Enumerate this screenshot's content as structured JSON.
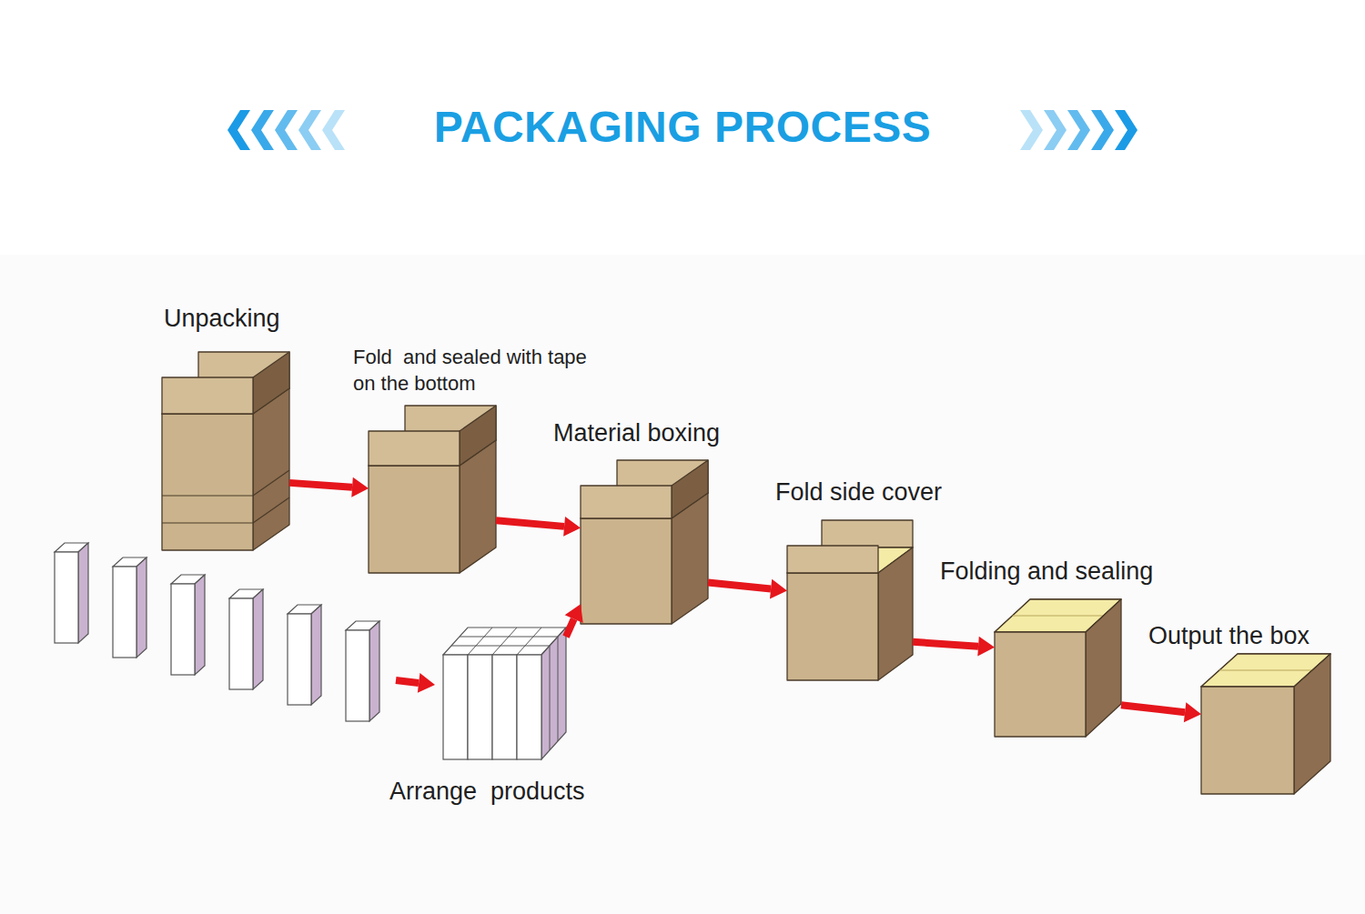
{
  "diagram": {
    "title": "PACKAGING PROCESS",
    "nodes": [
      {
        "text": [
          "Unpacking"
        ]
      },
      {
        "text": [
          "Fold  and sealed with tape on the bottom"
        ]
      },
      {
        "text": [
          "Material boxing"
        ]
      },
      {
        "text": [
          "Fold side cover"
        ]
      },
      {
        "text": [
          "Folding and sealing"
        ]
      },
      {
        "text": [
          "Output the box"
        ]
      },
      {
        "text": [
          "Arrange  products"
        ]
      }
    ],
    "edges": [
      {
        "from": 0,
        "to": 1,
        "arrow": "to"
      },
      {
        "from": 1,
        "to": 2,
        "arrow": "to"
      },
      {
        "from": 6,
        "to": 2,
        "arrow": "to"
      },
      {
        "from": 2,
        "to": 3,
        "arrow": "to"
      },
      {
        "from": 3,
        "to": 4,
        "arrow": "to"
      },
      {
        "from": 4,
        "to": 5,
        "arrow": "to"
      }
    ]
  }
}
